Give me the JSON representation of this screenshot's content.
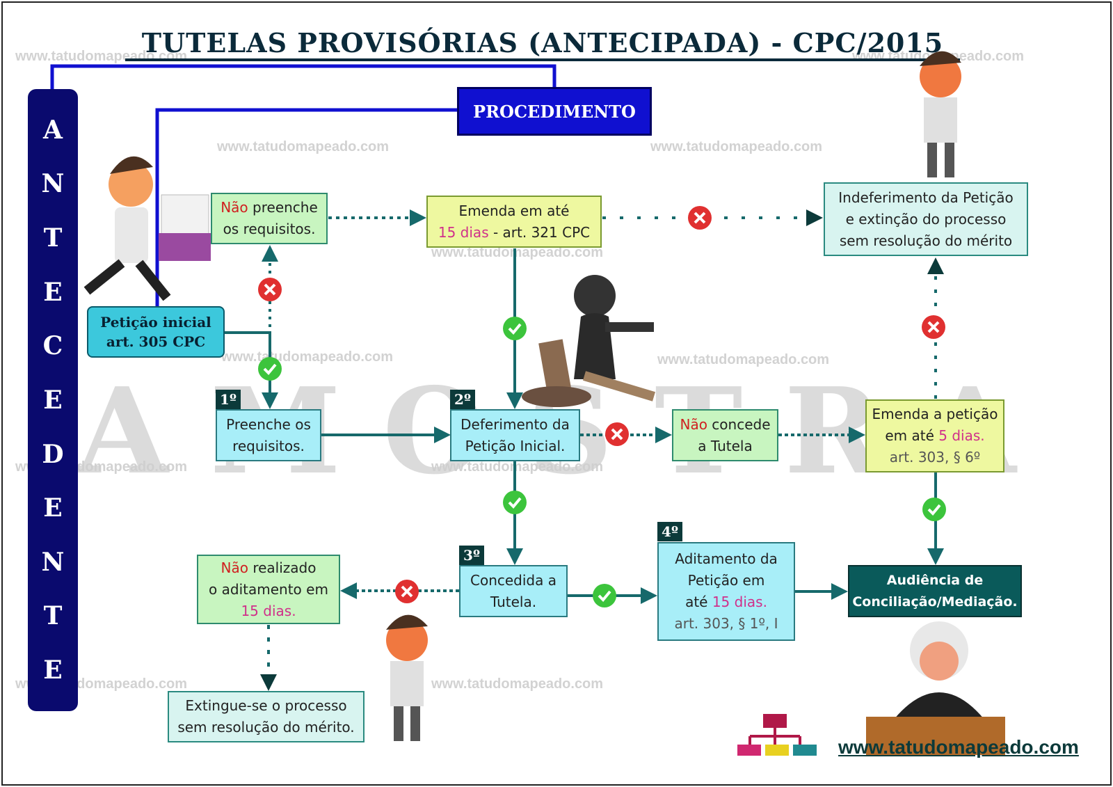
{
  "title": "TUTELAS PROVISÓRIAS (ANTECIPADA) - CPC/2015",
  "watermark": "www.tatudomapeado.com",
  "sample_mark": "AMOSTRA",
  "side_label": [
    "A",
    "N",
    "T",
    "E",
    "C",
    "E",
    "D",
    "E",
    "N",
    "T",
    "E"
  ],
  "procedimento": "PROCEDIMENTO",
  "peticao": {
    "line1": "Petição inicial",
    "line2": "art. 305 CPC"
  },
  "nao_preenche": {
    "red": "Não",
    "rest": " preenche",
    "line2": "os requisitos."
  },
  "emenda15": {
    "line1": "Emenda em até",
    "pink": "15 dias",
    "rest": " - art. 321 CPC"
  },
  "indeferimento": {
    "line1": "Indeferimento da Petição",
    "line2": "e extinção do processo",
    "line3": "sem resolução do mérito"
  },
  "step1": {
    "num": "1º",
    "line1": "Preenche os",
    "line2": "requisitos."
  },
  "step2": {
    "num": "2º",
    "line1": "Deferimento da",
    "line2": "Petição Inicial."
  },
  "nao_concede": {
    "red": "Não",
    "rest": " concede",
    "line2": "a Tutela"
  },
  "emenda5": {
    "line1": "Emenda a petição",
    "pre": "em até ",
    "pink": "5 dias.",
    "line3": "art. 303, § 6º"
  },
  "step3": {
    "num": "3º",
    "line1": "Concedida a",
    "line2": "Tutela."
  },
  "step4": {
    "num": "4º",
    "line1": "Aditamento da",
    "line2": "Petição em",
    "pre": "até ",
    "pink": "15 dias.",
    "line4": "art. 303, § 1º, I"
  },
  "audiencia": {
    "line1": "Audiência de",
    "line2": "Conciliação/Mediação."
  },
  "nao_realizado": {
    "red": "Não",
    "rest": " realizado",
    "line2": "o aditamento em",
    "pink": "15 dias."
  },
  "extingue": {
    "line1": "Extingue-se o processo",
    "line2": "sem resolução do mérito."
  },
  "footer_url": "www.tatudomapeado.com",
  "colors": {
    "navy": "#0a0a6e",
    "teal": "#16696b",
    "blue": "#1010d0",
    "check": "#3cc43c",
    "cross": "#e03030"
  }
}
